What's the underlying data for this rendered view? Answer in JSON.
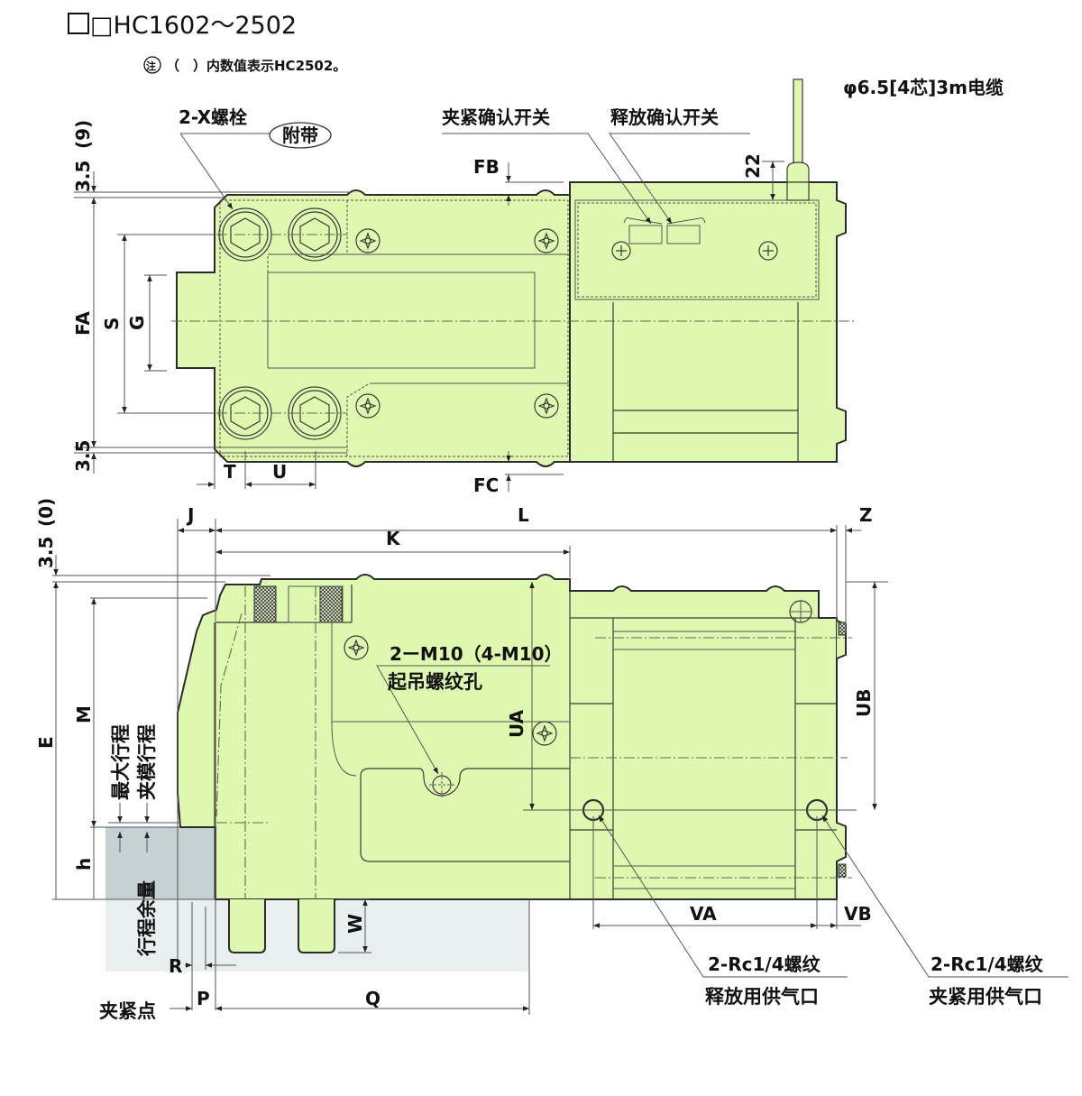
{
  "title": "□HC1602～2502",
  "note": {
    "icon": "note-circle-icon",
    "icon_text": "注",
    "text": "（　）内数值表示HC2502。"
  },
  "colors": {
    "body_fill": "#dff8b0",
    "outline": "#2b2b2b",
    "stroke_zone": "#c5d2d3",
    "stroke_zone_light": "#e9eeef"
  },
  "top_view": {
    "labels": {
      "bolt": "2-X螺栓",
      "included": "附带",
      "clamp_switch": "夹紧确认开关",
      "release_switch": "释放确认开关",
      "cable": "φ6.5[4芯]3m电缆",
      "cable_height": "22",
      "top_margin": "3.5",
      "top_margin_alt": "(9)",
      "bottom_margin": "3.5",
      "FA": "FA",
      "S": "S",
      "G": "G",
      "FB": "FB",
      "FC": "FC",
      "T": "T",
      "U": "U"
    }
  },
  "side_view": {
    "labels": {
      "top_margin": "3.5",
      "top_margin_alt": "(0)",
      "J": "J",
      "K": "K",
      "L": "L",
      "Z": "Z",
      "E": "E",
      "M": "M",
      "h": "h",
      "max_stroke": "最大行程",
      "clamp_stroke": "夹模行程",
      "stroke_margin": "行程余量",
      "W": "W",
      "R": "R",
      "P": "P",
      "Q": "Q",
      "clamp_point": "夹紧点",
      "UA": "UA",
      "UB": "UB",
      "VA": "VA",
      "VB": "VB",
      "lifting_thread": "2ーM10（4-M10）",
      "lifting_hole": "起吊螺纹孔",
      "release_port_thread": "2-Rc1/4螺纹",
      "release_port": "释放用供气口",
      "clamp_port_thread": "2-Rc1/4螺纹",
      "clamp_port": "夹紧用供气口"
    }
  }
}
